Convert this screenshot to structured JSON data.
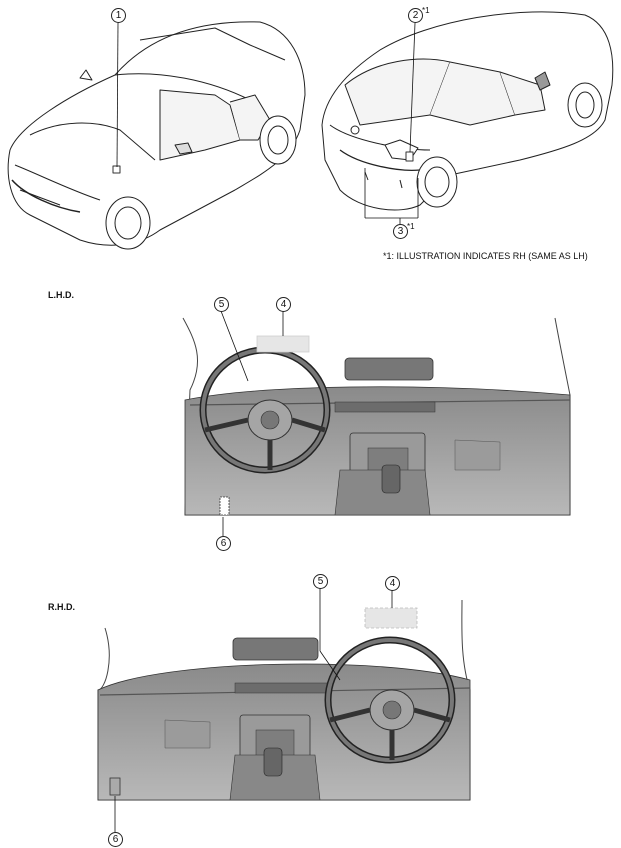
{
  "callouts": {
    "c1": "1",
    "c2": "2",
    "c3": "3",
    "c4_lhd": "4",
    "c5_lhd": "5",
    "c6_lhd": "6",
    "c4_rhd": "4",
    "c5_rhd": "5",
    "c6_rhd": "6"
  },
  "superscripts": {
    "s2": "*1",
    "s3": "*1"
  },
  "note": "*1: ILLUSTRATION INDICATES RH (SAME AS LH)",
  "sections": {
    "lhd": "L.H.D.",
    "rhd": "R.H.D."
  }
}
